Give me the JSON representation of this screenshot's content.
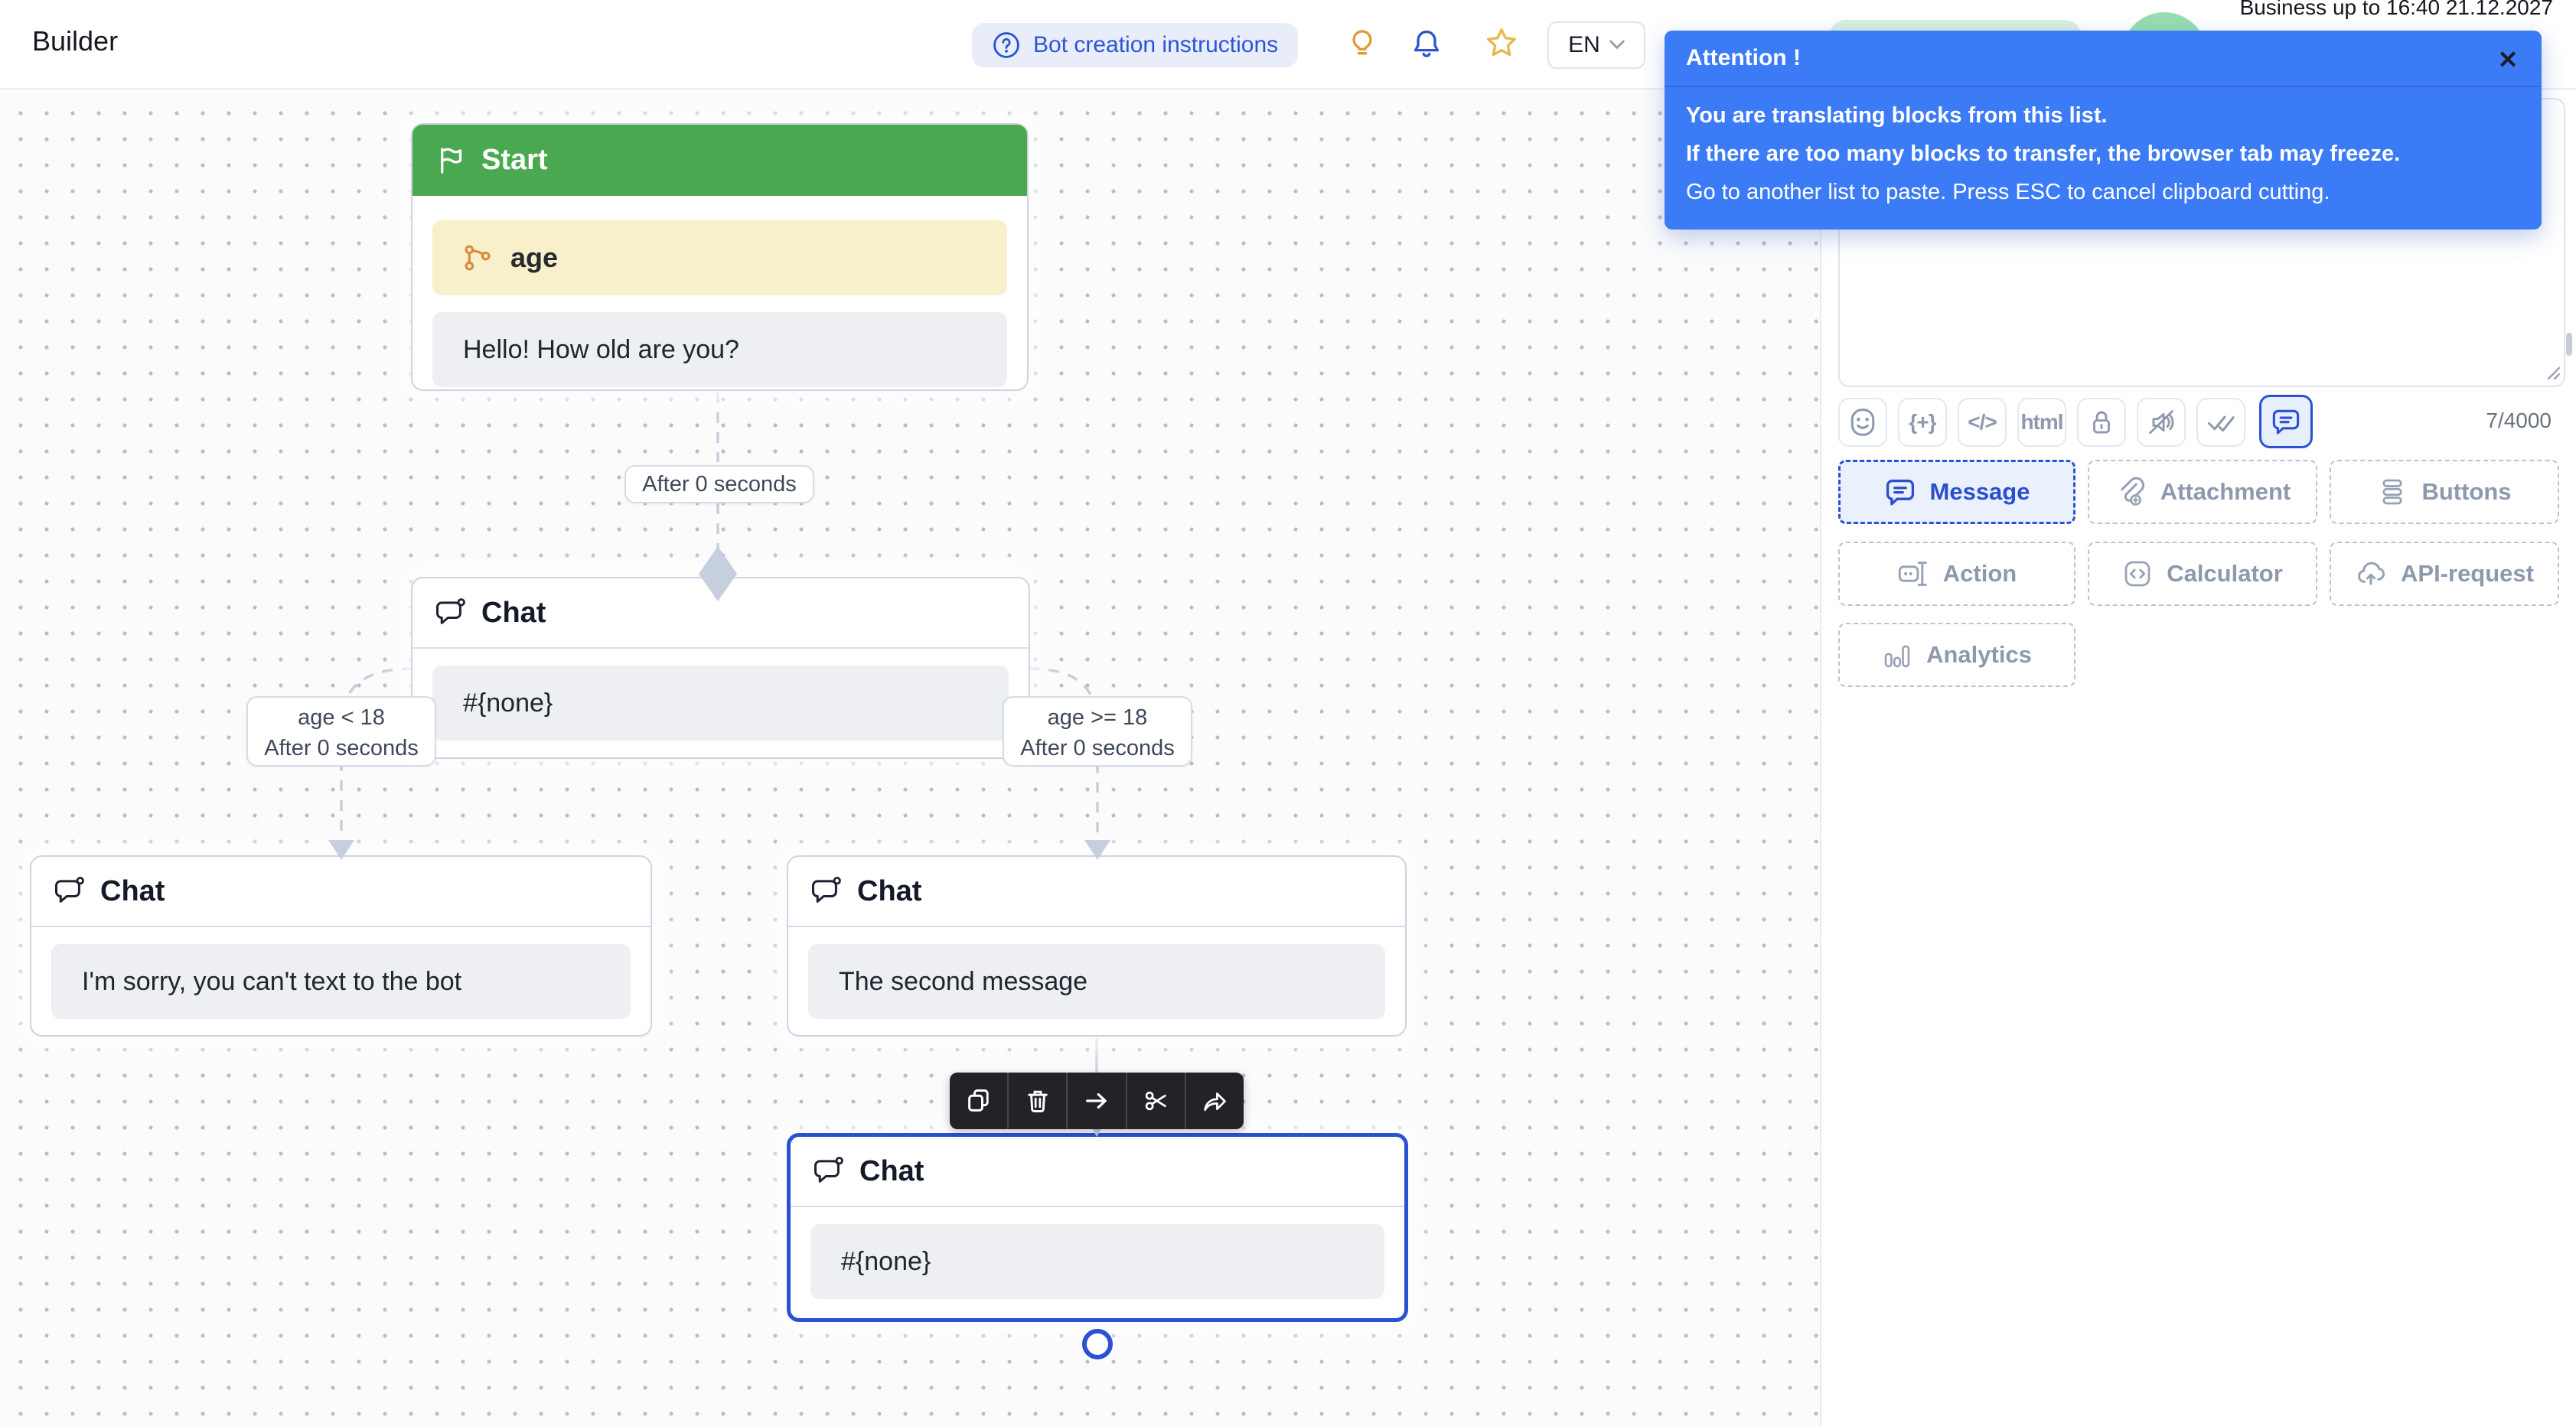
{
  "header": {
    "title": "Builder",
    "instructions_button": "Bot creation instructions",
    "language": "EN",
    "plan_text": "Business up to 16:40 21.12.2027"
  },
  "attention": {
    "title": "Attention !",
    "close": "✕",
    "lines": [
      "You are translating blocks from this list.",
      "If there are too many blocks to transfer, the browser tab may freeze.",
      "Go to another list to paste. Press ESC to cancel clipboard cutting."
    ]
  },
  "canvas": {
    "start": {
      "title": "Start",
      "variable": "age",
      "message": "Hello! How old are you?"
    },
    "delay_label": "After 0 seconds",
    "router_chat": {
      "title": "Chat",
      "message": "#{none}"
    },
    "branch_left": {
      "condition": "age < 18",
      "delay": "After 0 seconds"
    },
    "branch_right": {
      "condition": "age >= 18",
      "delay": "After 0 seconds"
    },
    "chat_left": {
      "title": "Chat",
      "message": "I'm sorry, you can't text to the bot"
    },
    "chat_middle": {
      "title": "Chat",
      "message": "The second message"
    },
    "chat_selected": {
      "title": "Chat",
      "message": "#{none}"
    }
  },
  "editor": {
    "value": "",
    "html_button": "html",
    "counter": "7/4000"
  },
  "panel": {
    "blocks": [
      {
        "label": "Message",
        "active": true
      },
      {
        "label": "Attachment"
      },
      {
        "label": "Buttons"
      },
      {
        "label": "Action"
      },
      {
        "label": "Calculator"
      },
      {
        "label": "API-request"
      },
      {
        "label": "Analytics"
      }
    ]
  },
  "colors": {
    "accent_blue": "#2b51d3",
    "attention_blue": "#3c7bf6",
    "start_green": "#4aa950",
    "variable_yellow": "#f8efcb",
    "row_gray": "#edeff3",
    "connector": "#c6cfde",
    "toolbar_dark": "#232327",
    "mint_pill": "#d7f0e1",
    "mint_avatar": "#98ddb1",
    "orange_icon": "#d9893b"
  }
}
